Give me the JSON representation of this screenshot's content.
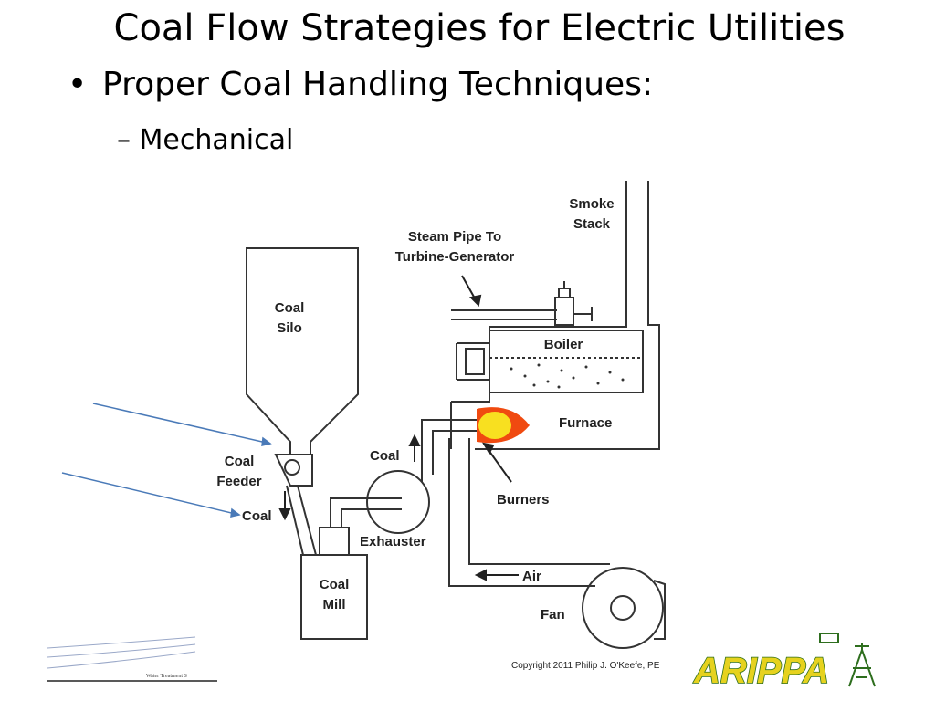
{
  "title": "Coal Flow Strategies for Electric Utilities",
  "bullet": "Proper Coal Handling Techniques:",
  "sub_bullet": "– Mechanical",
  "diagram_labels": {
    "smoke_stack_1": "Smoke",
    "smoke_stack_2": "Stack",
    "steam_pipe_1": "Steam Pipe To",
    "steam_pipe_2": "Turbine-Generator",
    "coal_silo_1": "Coal",
    "coal_silo_2": "Silo",
    "boiler": "Boiler",
    "furnace": "Furnace",
    "coal_up": "Coal",
    "burners": "Burners",
    "coal_feeder_1": "Coal",
    "coal_feeder_2": "Feeder",
    "coal_down": "Coal",
    "exhauster": "Exhauster",
    "air": "Air",
    "coal_mill_1": "Coal",
    "coal_mill_2": "Mill",
    "fan": "Fan"
  },
  "footer": {
    "small_text": "Water Treatment S",
    "copyright": "Copyright 2011 Philip J. O'Keefe, PE",
    "logo_text": "ARIPPA"
  },
  "colors": {
    "callout_arrow": "#4a7ab8",
    "logo_fill": "#e6d21e",
    "logo_outline": "#2e6e1e",
    "flame_outer": "#f04a10",
    "flame_inner": "#f8e020"
  }
}
